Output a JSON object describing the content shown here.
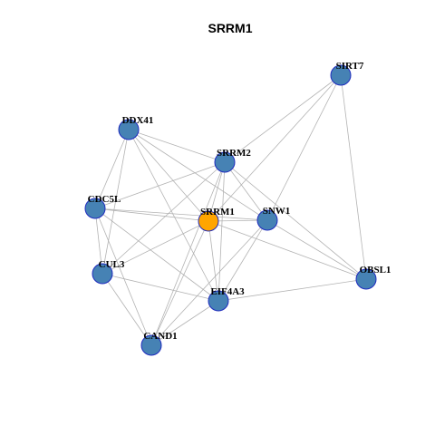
{
  "title": "SRRM1",
  "colors": {
    "node_default": "#4682b4",
    "node_focus": "#ffa500",
    "node_border": "#1f2bbf",
    "edge": "#b3b3b3"
  },
  "nodes": [
    {
      "id": "SIRT7",
      "label": "SIRT7",
      "focus": false
    },
    {
      "id": "DDX41",
      "label": "DDX41",
      "focus": false
    },
    {
      "id": "SRRM2",
      "label": "SRRM2",
      "focus": false
    },
    {
      "id": "CDC5L",
      "label": "CDC5L",
      "focus": false
    },
    {
      "id": "SRRM1",
      "label": "SRRM1",
      "focus": true
    },
    {
      "id": "SNW1",
      "label": "SNW1",
      "focus": false
    },
    {
      "id": "CUL3",
      "label": "CUL3",
      "focus": false
    },
    {
      "id": "OBSL1",
      "label": "OBSL1",
      "focus": false
    },
    {
      "id": "EIF4A3",
      "label": "EIF4A3",
      "focus": false
    },
    {
      "id": "CAND1",
      "label": "CAND1",
      "focus": false
    }
  ],
  "edges": [
    [
      "SIRT7",
      "SRRM2"
    ],
    [
      "SIRT7",
      "SRRM1"
    ],
    [
      "SIRT7",
      "SNW1"
    ],
    [
      "SIRT7",
      "OBSL1"
    ],
    [
      "DDX41",
      "SRRM2"
    ],
    [
      "DDX41",
      "SRRM1"
    ],
    [
      "DDX41",
      "SNW1"
    ],
    [
      "DDX41",
      "CDC5L"
    ],
    [
      "DDX41",
      "CUL3"
    ],
    [
      "DDX41",
      "EIF4A3"
    ],
    [
      "SRRM2",
      "CDC5L"
    ],
    [
      "SRRM2",
      "SRRM1"
    ],
    [
      "SRRM2",
      "SNW1"
    ],
    [
      "SRRM2",
      "CUL3"
    ],
    [
      "SRRM2",
      "EIF4A3"
    ],
    [
      "SRRM2",
      "CAND1"
    ],
    [
      "SRRM2",
      "OBSL1"
    ],
    [
      "CDC5L",
      "SRRM1"
    ],
    [
      "CDC5L",
      "SNW1"
    ],
    [
      "CDC5L",
      "CUL3"
    ],
    [
      "CDC5L",
      "EIF4A3"
    ],
    [
      "CDC5L",
      "CAND1"
    ],
    [
      "SRRM1",
      "SNW1"
    ],
    [
      "SRRM1",
      "EIF4A3"
    ],
    [
      "SRRM1",
      "CAND1"
    ],
    [
      "SRRM1",
      "CUL3"
    ],
    [
      "SRRM1",
      "OBSL1"
    ],
    [
      "SNW1",
      "EIF4A3"
    ],
    [
      "SNW1",
      "CAND1"
    ],
    [
      "SNW1",
      "OBSL1"
    ],
    [
      "CUL3",
      "EIF4A3"
    ],
    [
      "CUL3",
      "CAND1"
    ],
    [
      "EIF4A3",
      "CAND1"
    ],
    [
      "EIF4A3",
      "OBSL1"
    ]
  ]
}
